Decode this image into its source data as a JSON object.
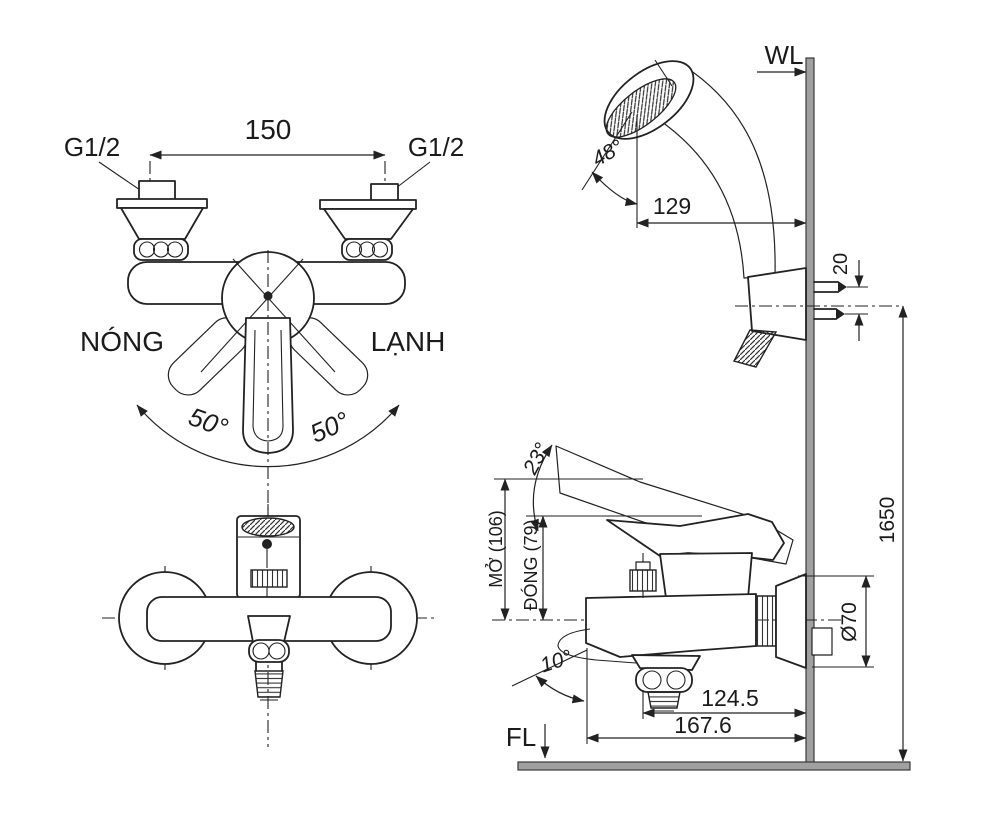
{
  "front_view": {
    "dim_150": "150",
    "thread_left": "G1/2",
    "thread_right": "G1/2",
    "hot": "NÓNG",
    "cold": "LẠNH",
    "angle_left": "50°",
    "angle_right": "50°"
  },
  "side_view": {
    "wl": "WL",
    "fl": "FL",
    "shower_angle": "48°",
    "dim_hose": "129",
    "dim_pin": "20",
    "dim_height": "1650",
    "handle_angle": "23°",
    "dim_open": "MỞ (106)",
    "dim_closed": "ĐÓNG (79)",
    "flange_dia": "Ø70",
    "spout_angle": "10°",
    "dim_spout": "124.5",
    "dim_tip": "167.6"
  },
  "colors": {
    "line": "#222222",
    "wall": "#a0a0a0",
    "background": "#ffffff"
  }
}
